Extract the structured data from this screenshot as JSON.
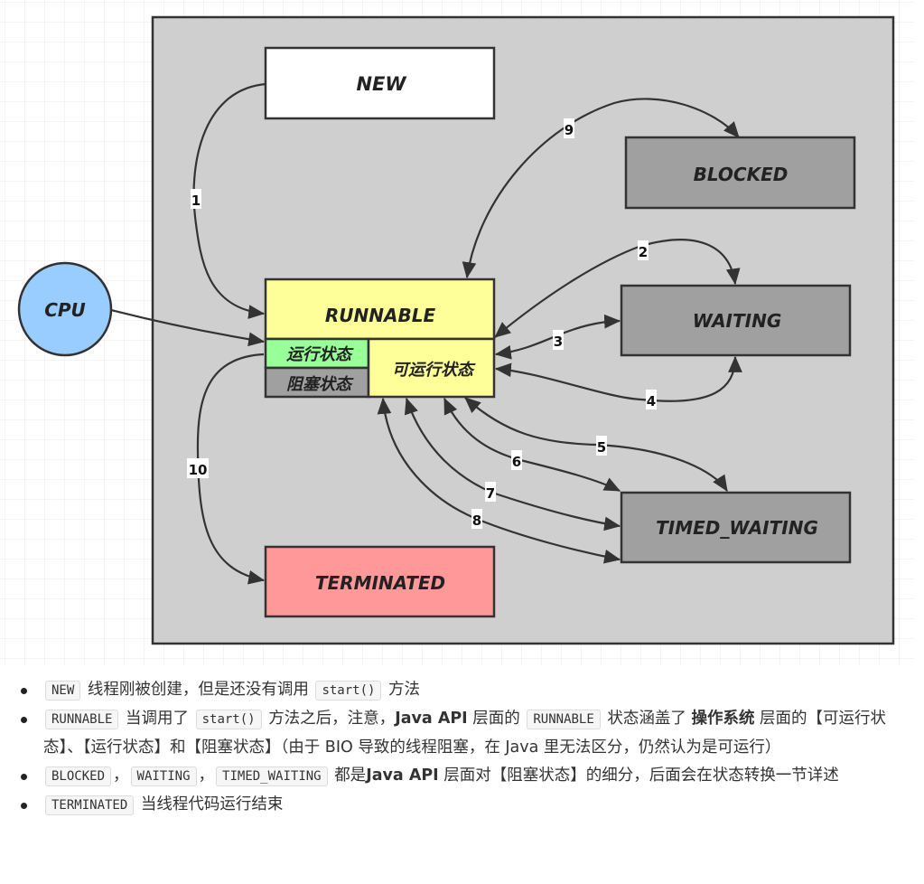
{
  "diagram": {
    "title": "Java thread state transitions",
    "nodes": {
      "new": {
        "label": "NEW",
        "fill": "#ffffff"
      },
      "blocked": {
        "label": "BLOCKED",
        "fill": "#a0a0a0"
      },
      "waiting": {
        "label": "WAITING",
        "fill": "#a0a0a0"
      },
      "runnable": {
        "label": "RUNNABLE",
        "fill": "#ffff99"
      },
      "running": {
        "label": "运行状态",
        "fill": "#99ff99"
      },
      "os_blocked": {
        "label": "阻塞状态",
        "fill": "#a0a0a0"
      },
      "ready": {
        "label": "可运行状态",
        "fill": "#ffff99"
      },
      "timed_waiting": {
        "label": "TIMED_WAITING",
        "fill": "#a0a0a0"
      },
      "terminated": {
        "label": "TERMINATED",
        "fill": "#ff9999"
      },
      "cpu": {
        "label": "CPU",
        "fill": "#99ccff"
      }
    },
    "edges": [
      {
        "label": "1",
        "from": "NEW",
        "to": "RUNNABLE"
      },
      {
        "label": "2",
        "from": "RUNNABLE",
        "to": "WAITING",
        "bidirectional": true
      },
      {
        "label": "3",
        "from": "可运行状态",
        "to": "WAITING",
        "bidirectional": true
      },
      {
        "label": "4",
        "from": "WAITING",
        "to": "可运行状态",
        "bidirectional": true
      },
      {
        "label": "5",
        "from": "可运行状态",
        "to": "TIMED_WAITING",
        "bidirectional": true
      },
      {
        "label": "6",
        "from": "可运行状态",
        "to": "TIMED_WAITING",
        "bidirectional": true
      },
      {
        "label": "7",
        "from": "可运行状态",
        "to": "TIMED_WAITING",
        "bidirectional": true
      },
      {
        "label": "8",
        "from": "可运行状态",
        "to": "TIMED_WAITING",
        "bidirectional": true
      },
      {
        "label": "9",
        "from": "RUNNABLE",
        "to": "BLOCKED",
        "bidirectional": true
      },
      {
        "label": "10",
        "from": "运行状态",
        "to": "TERMINATED"
      },
      {
        "label": "",
        "from": "CPU",
        "to": "运行状态"
      }
    ],
    "colors": {
      "container": "#cfcfcf",
      "stroke": "#333333",
      "grid": "#eeeeee"
    }
  },
  "notes": {
    "items": [
      {
        "code1": "NEW",
        "text1": "线程刚被创建，但是还没有调用",
        "code2": "start()",
        "text2": "方法"
      },
      {
        "code1": "RUNNABLE",
        "text1": "当调用了",
        "code2": "start()",
        "text2": "方法之后，注意，",
        "bold1": "Java API",
        "text3": "层面的",
        "code3": "RUNNABLE",
        "text4": "状态涵盖了",
        "bold2": "操作系统",
        "text5": "层面的【可运行状态】、【运行状态】和【阻塞状态】（由于 BIO 导致的线程阻塞，在 Java 里无法区分，仍然认为是可运行）"
      },
      {
        "code1": "BLOCKED",
        "sep1": "，",
        "code2": "WAITING",
        "sep2": "，",
        "code3": "TIMED_WAITING",
        "text1": "都是",
        "bold1": "Java API",
        "text2": "层面对【阻塞状态】的细分，后面会在状态转换一节详述"
      },
      {
        "code1": "TERMINATED",
        "text1": "当线程代码运行结束"
      }
    ]
  }
}
